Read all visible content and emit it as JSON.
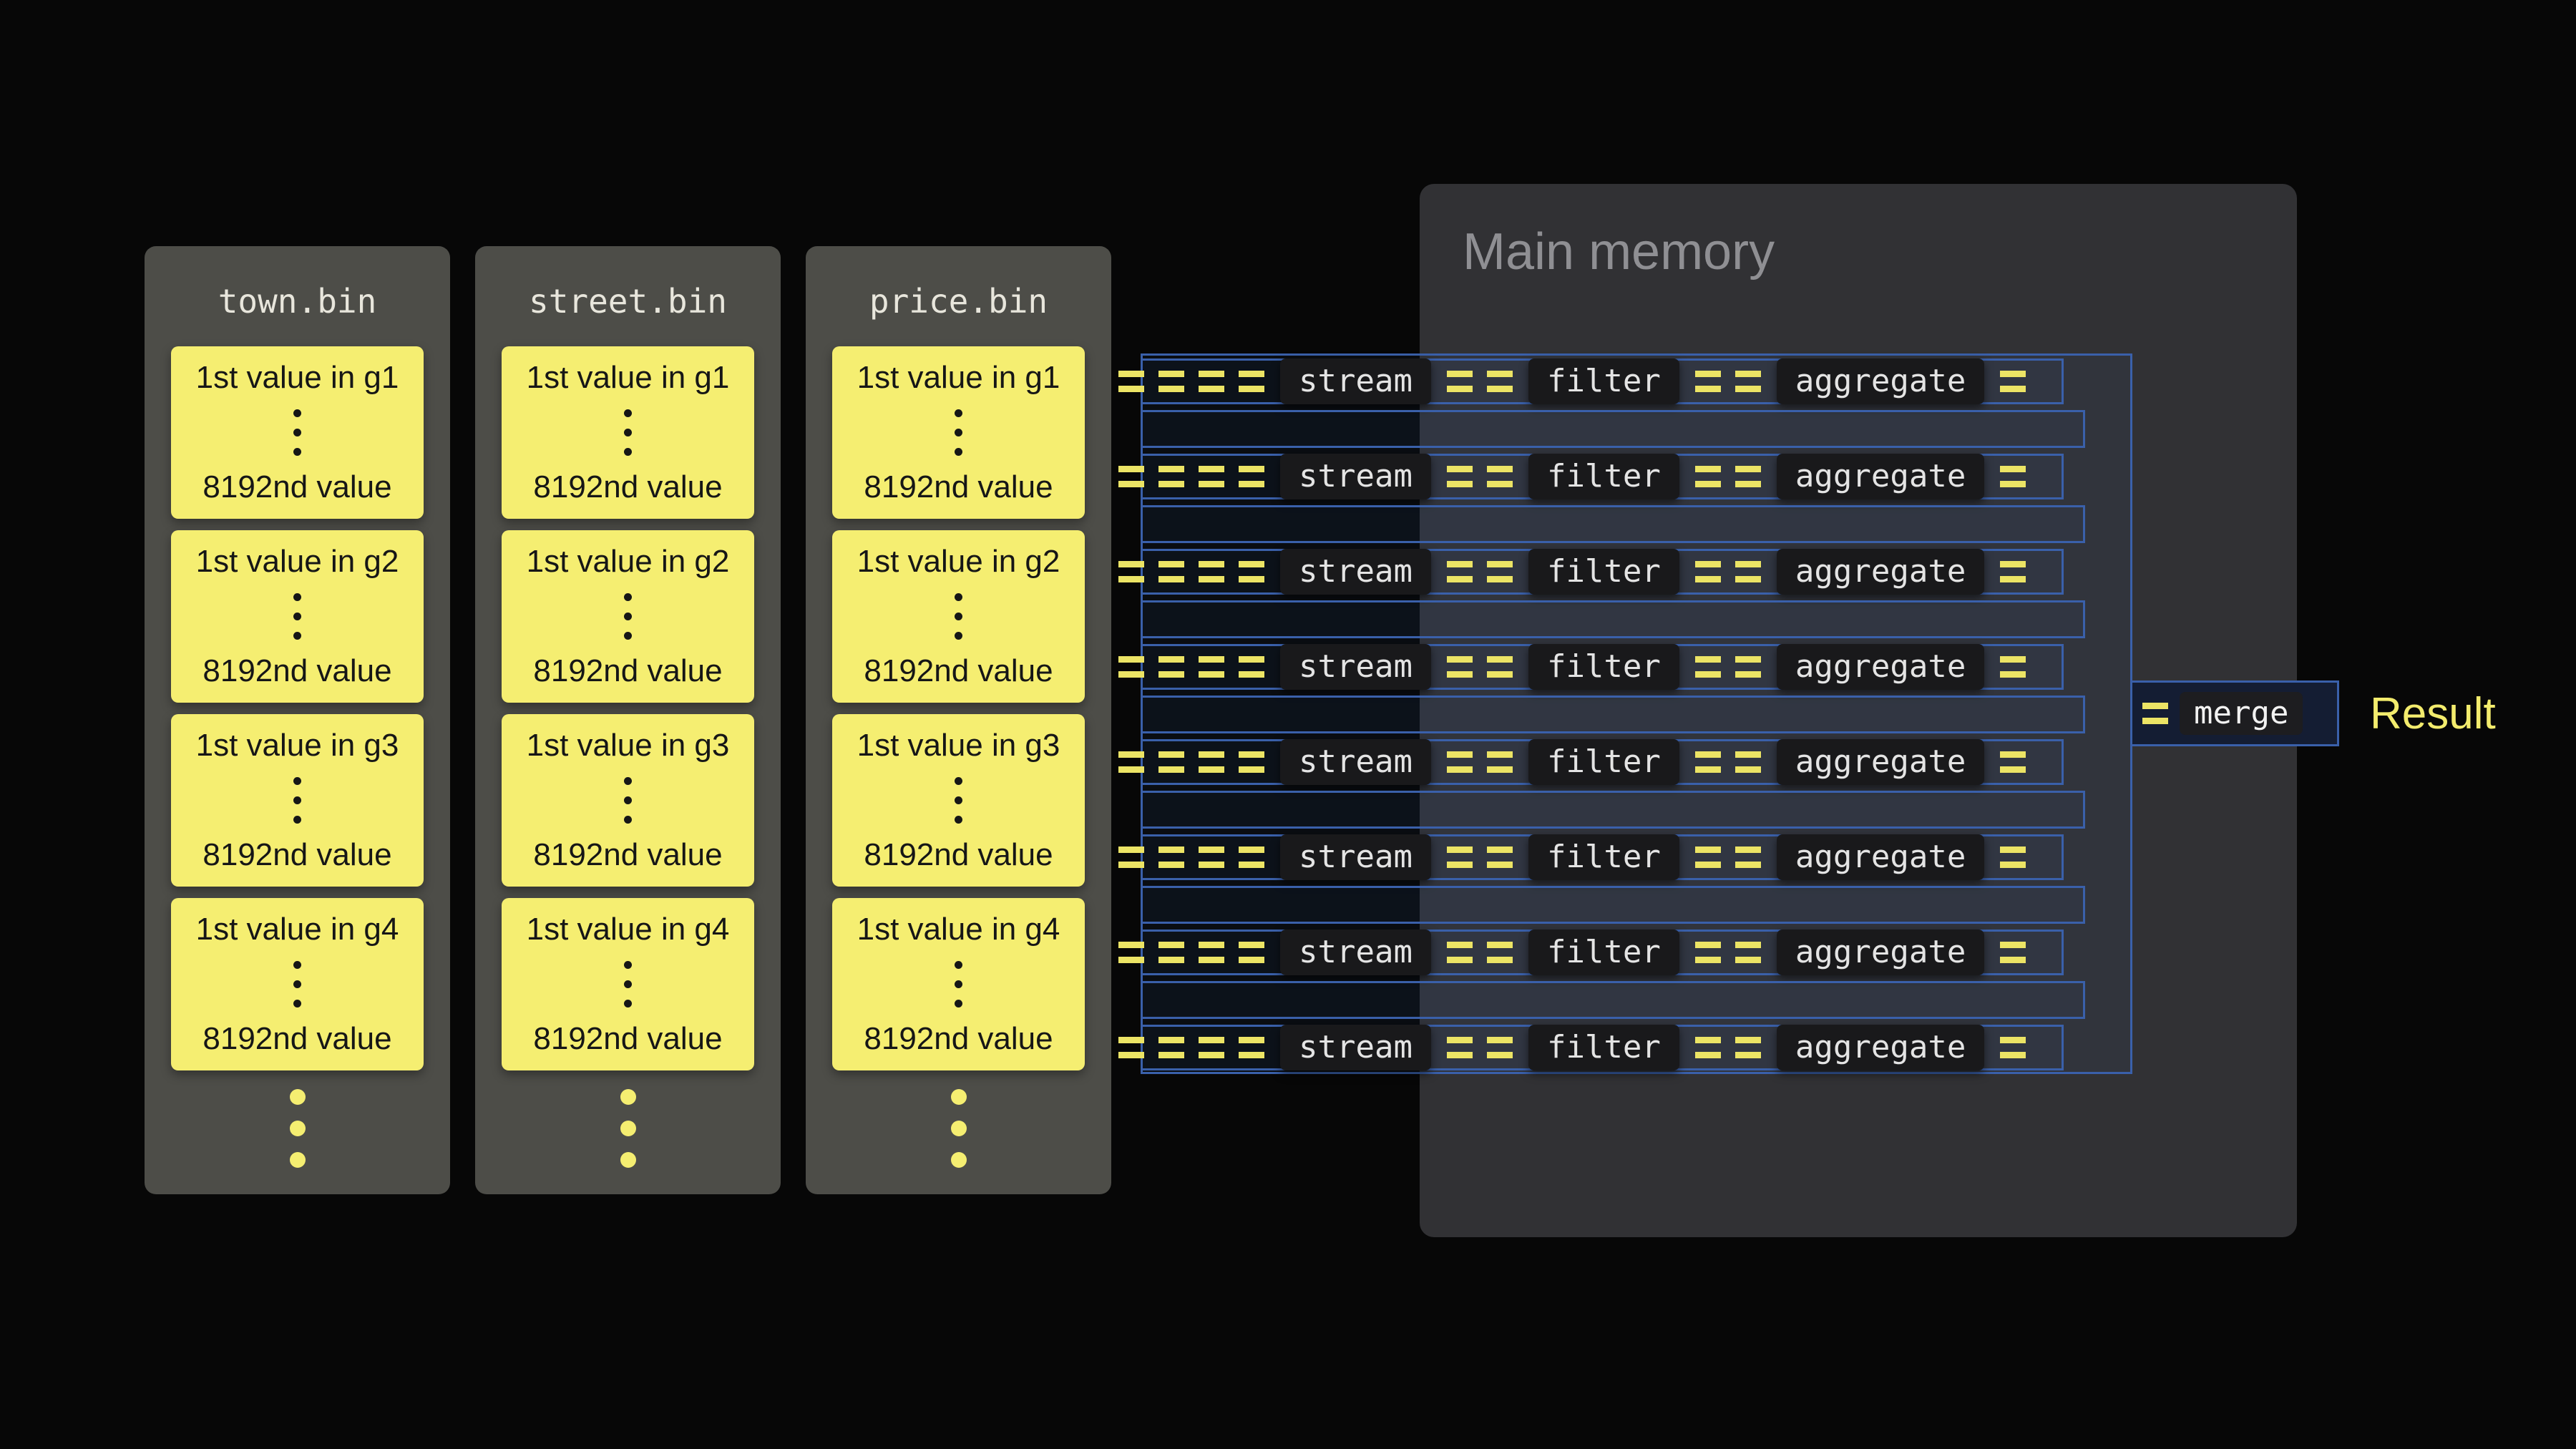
{
  "files": {
    "column_count": 3,
    "columns": [
      {
        "name": "town.bin"
      },
      {
        "name": "street.bin"
      },
      {
        "name": "price.bin"
      }
    ],
    "groups": [
      {
        "first": "1st value in g1",
        "last": "8192nd value"
      },
      {
        "first": "1st value in g2",
        "last": "8192nd value"
      },
      {
        "first": "1st value in g3",
        "last": "8192nd value"
      },
      {
        "first": "1st value in g4",
        "last": "8192nd value"
      }
    ]
  },
  "memory": {
    "title": "Main memory"
  },
  "pipeline": {
    "lane_count": 8,
    "pair_count": 7,
    "stream_label": "stream",
    "filter_label": "filter",
    "aggregate_label": "aggregate",
    "merge_label": "merge",
    "result_label": "Result"
  },
  "colors": {
    "background": "#070707",
    "file_panel": "#4d4d48",
    "memory_panel": "#313134",
    "block_yellow": "#f5ee71",
    "dash_yellow": "#ece465",
    "pipeline_blue": "#3a60aa",
    "chip_bg": "#19191b"
  }
}
